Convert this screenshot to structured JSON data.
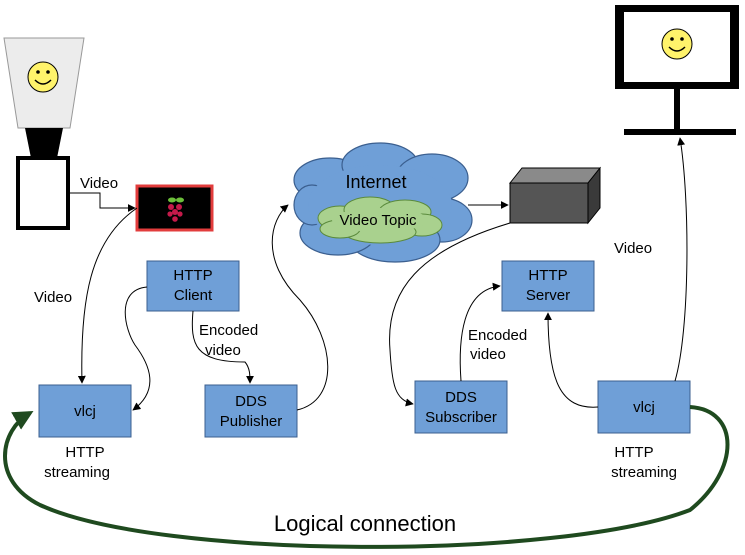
{
  "nodes": {
    "http_client": [
      "HTTP",
      "Client"
    ],
    "vlcj_left": "vlcj",
    "dds_publisher": [
      "DDS",
      "Publisher"
    ],
    "dds_subscriber": [
      "DDS",
      "Subscriber"
    ],
    "http_server": [
      "HTTP",
      "Server"
    ],
    "vlcj_right": "vlcj"
  },
  "cloud": {
    "outer": "Internet",
    "inner": "Video Topic"
  },
  "edge_labels": {
    "camera_to_pi": "Video",
    "pi_to_vlcj": "Video",
    "encoded_left": [
      "Encoded",
      "video"
    ],
    "encoded_right": [
      "Encoded",
      "video"
    ],
    "vlcj_to_monitor": "Video",
    "http_streaming_left": [
      "HTTP",
      "streaming"
    ],
    "http_streaming_right": [
      "HTTP",
      "streaming"
    ]
  },
  "logical_connection": "Logical connection",
  "colors": {
    "box_fill": "#6f9fd7",
    "cloud_outer": "#6f9fd7",
    "cloud_inner": "#a9d18e",
    "logical_arc": "#1f4a1f",
    "pi_border": "#e23c3c",
    "raspberry": "#c51a4a"
  }
}
